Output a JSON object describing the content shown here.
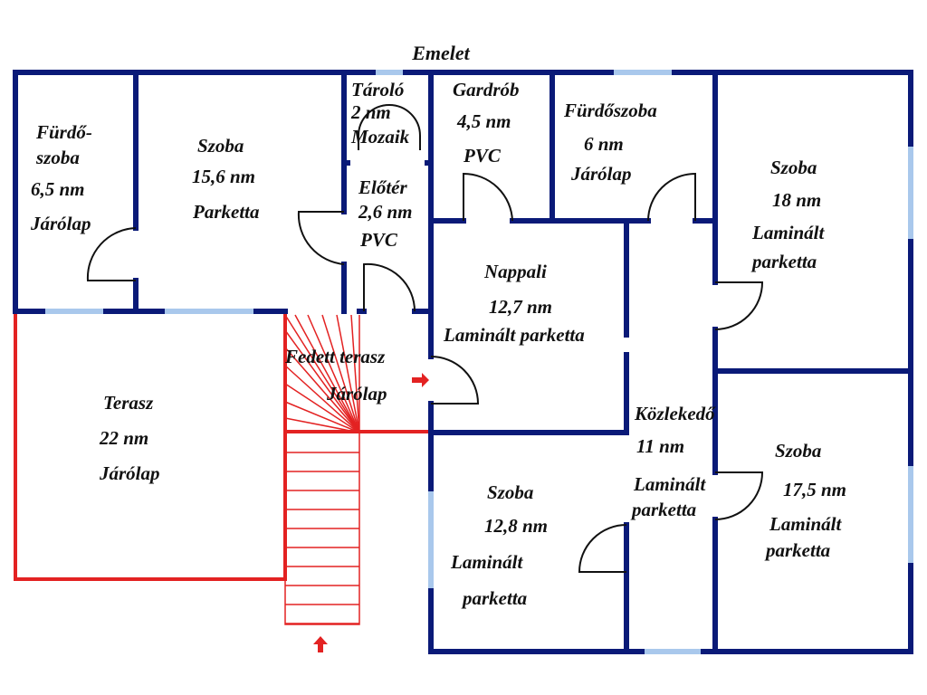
{
  "title": "Emelet",
  "colors": {
    "wall": "#0a1a78",
    "window": "#a9c8ec",
    "terrace": "#e32222",
    "door": "#111111"
  },
  "rooms": {
    "bath_left": {
      "l1": "Fürdő-",
      "l2": "szoba",
      "area": "6,5 nm",
      "floor": "Járólap"
    },
    "room_a": {
      "name": "Szoba",
      "area": "15,6 nm",
      "floor": "Parketta"
    },
    "storage": {
      "name": "Tároló",
      "area": "2 nm",
      "floor": "Mozaik"
    },
    "gardrob": {
      "name": "Gardrób",
      "area": "4,5 nm",
      "floor": "PVC"
    },
    "bath_right": {
      "name": "Fürdőszoba",
      "area": "6 nm",
      "floor": "Járólap"
    },
    "room_b": {
      "name": "Szoba",
      "area": "18 nm",
      "floor_1": "Laminált",
      "floor_2": "parketta"
    },
    "hall": {
      "name": "Előtér",
      "area": "2,6 nm",
      "floor": "PVC"
    },
    "living": {
      "name": "Nappali",
      "area": "12,7 nm",
      "floor": "Laminált parketta"
    },
    "covered": {
      "name": "Fedett terasz",
      "floor": "Járólap"
    },
    "terrace": {
      "name": "Terasz",
      "area": "22 nm",
      "floor": "Járólap"
    },
    "corridor": {
      "name": "Közlekedő",
      "area": "11 nm",
      "floor_1": "Laminált",
      "floor_2": "parketta"
    },
    "room_c": {
      "name": "Szoba",
      "area": "12,8 nm",
      "floor_1": "Laminált",
      "floor_2": "parketta"
    },
    "room_d": {
      "name": "Szoba",
      "area": "17,5 nm",
      "floor_1": "Laminált",
      "floor_2": "parketta"
    }
  }
}
